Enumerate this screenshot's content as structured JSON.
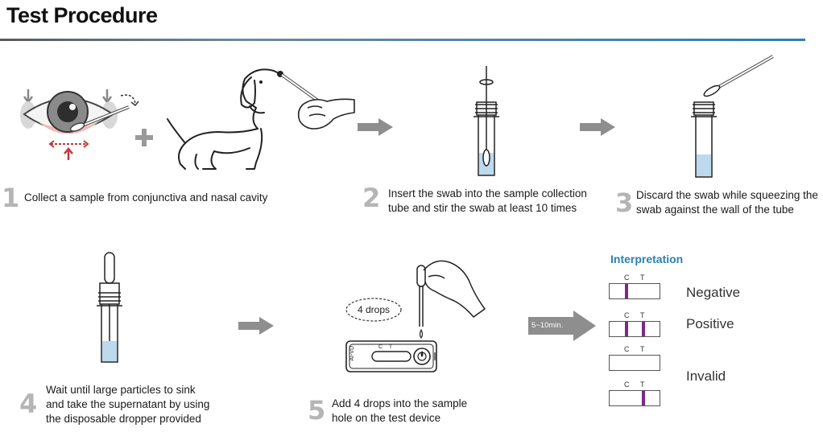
{
  "header": {
    "title": "Test Procedure"
  },
  "steps": [
    {
      "number": "1",
      "text": "Collect a sample from conjunctiva and nasal cavity"
    },
    {
      "number": "2",
      "line1": "Insert the swab into the sample collection",
      "line2": "tube and stir the swab at least 10 times"
    },
    {
      "number": "3",
      "line1": "Discard the swab while squeezing the",
      "line2": "swab against the wall of the tube"
    },
    {
      "number": "4",
      "line1": "Wait until large particles to sink",
      "line2": "and take the supernatant by using",
      "line3": "the disposable dropper provided"
    },
    {
      "number": "5",
      "line1": "Add 4 drops into the sample",
      "line2": "hole on the test device"
    }
  ],
  "device": {
    "drops_label": "4 drops",
    "side_text": "AI-VD",
    "ct_text": "C T"
  },
  "timer": {
    "label": "5~10min."
  },
  "interpretation": {
    "title": "Interpretation",
    "control_letter": "C",
    "test_letter": "T",
    "results": [
      {
        "label": "Negative",
        "c_line": true,
        "t_line": false
      },
      {
        "label": "Positive",
        "c_line": true,
        "t_line": true
      },
      {
        "label": "Invalid",
        "c_line": false,
        "t_line": false
      },
      {
        "label": "",
        "c_line": false,
        "t_line": true
      }
    ]
  },
  "colors": {
    "accent": "#2b7fb3",
    "band": "#7a2a86",
    "arrow": "#8e8e8e",
    "liquid": "#bcd9ee"
  }
}
